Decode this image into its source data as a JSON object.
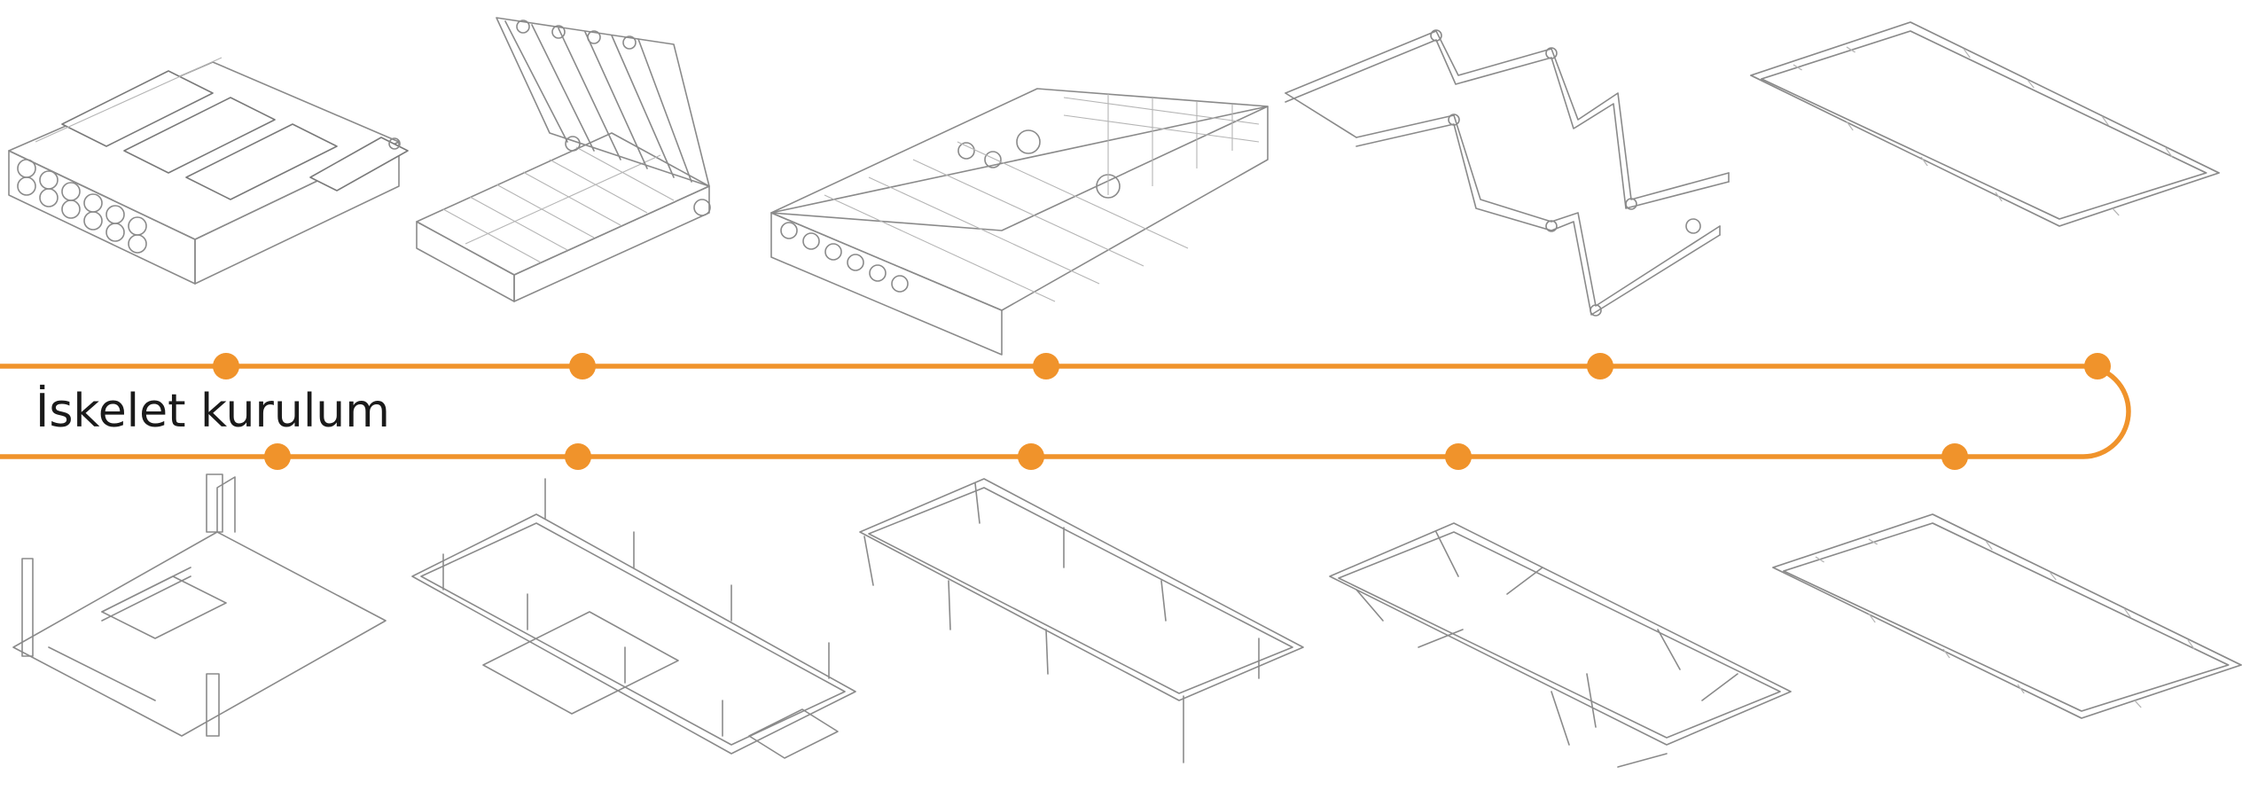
{
  "title": "İskelet kurulum",
  "colors": {
    "accent": "#F0932B",
    "sketch": "#8a8a8a"
  },
  "steps_top": [
    {
      "name": "folded-stack"
    },
    {
      "name": "unfolding-stack"
    },
    {
      "name": "half-unfolded"
    },
    {
      "name": "zigzag-unfold"
    },
    {
      "name": "frame-laid-out"
    }
  ],
  "steps_bottom": [
    {
      "name": "corner-assembly"
    },
    {
      "name": "platform-with-posts"
    },
    {
      "name": "frame-with-legs-down"
    },
    {
      "name": "frame-legs-folding"
    },
    {
      "name": "frame-legs-folded"
    }
  ]
}
